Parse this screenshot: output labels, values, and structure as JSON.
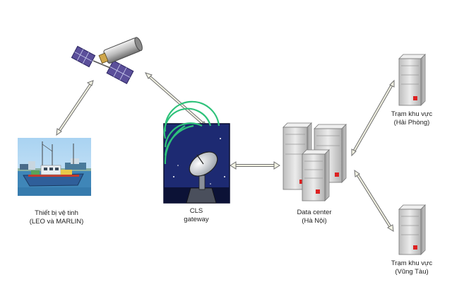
{
  "nodes": {
    "device": {
      "line1": "Thiết bị vệ tinh",
      "line2": "(LEO và MARLIN)",
      "icon": "fishing-boat-icon"
    },
    "gateway": {
      "line1": "CLS",
      "line2": "gateway",
      "icon": "satellite-dish-icon"
    },
    "datacenter": {
      "line1": "Data center",
      "line2": "(Hà Nội)",
      "icon": "server-cluster-icon"
    },
    "station_hp": {
      "line1": "Trạm khu vực",
      "line2": "(Hải Phòng)",
      "icon": "server-icon"
    },
    "station_vt": {
      "line1": "Trạm khu vực",
      "line2": "(Vũng Tàu)",
      "icon": "server-icon"
    },
    "satellite": {
      "icon": "satellite-icon"
    }
  },
  "colors": {
    "arrow_outline": "#6f6f6f",
    "arrow_fill": "#f4f4e4",
    "server_body": "#d9d9d9",
    "server_light": "#dd2222",
    "sky": "#8fc3ea",
    "sea": "#3f86b8",
    "gateway_bg": "#1d2a72",
    "gateway_rings": "#2ec27a"
  }
}
